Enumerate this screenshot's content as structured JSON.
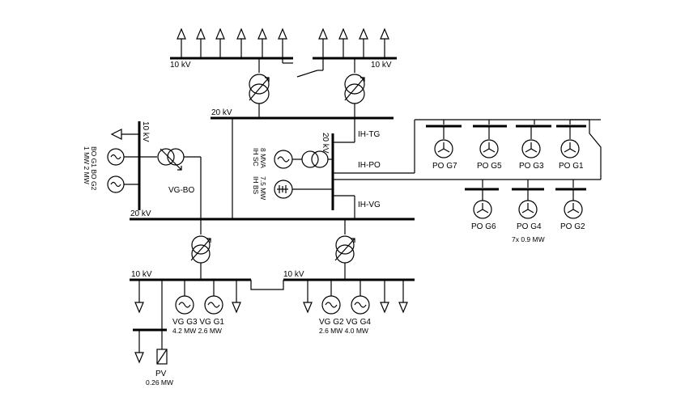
{
  "buses": {
    "top_left_10kv": "10 kV",
    "top_right_10kv": "10 kV",
    "upper_20kv": "20 kV",
    "ih_20kv": "20 kV",
    "bo_10kv": "10 kV",
    "lower_20kv": "20 kV",
    "bottom_left_10kv": "10 kV",
    "bottom_mid_10kv": "10 kV"
  },
  "feeders": {
    "ih_tg": "IH-TG",
    "ih_po": "IH-PO",
    "ih_vg": "IH-VG",
    "vg_bo": "VG-BO"
  },
  "generators": {
    "bo_names": "BO G1 BO G2",
    "bo_ratings": "1 MW   2 MW",
    "ih_sc_name": "IH SC",
    "ih_sc_rating": "8 MVA",
    "ih_bs_name": "IH BS",
    "ih_bs_rating": "7.5 MW",
    "vg_left_names": "VG G3  VG G1",
    "vg_left_ratings": "4.2 MW  2.6 MW",
    "vg_right_names": "VG G2  VG G4",
    "vg_right_ratings": "2.6 MW  4.0 MW",
    "pv_name": "PV",
    "pv_rating": "0.26 MW"
  },
  "wind": {
    "po_g7": "PO G7",
    "po_g5": "PO G5",
    "po_g3": "PO G3",
    "po_g1": "PO G1",
    "po_g6": "PO G6",
    "po_g4": "PO G4",
    "po_g2": "PO G2",
    "rating": "7x 0.9 MW"
  }
}
